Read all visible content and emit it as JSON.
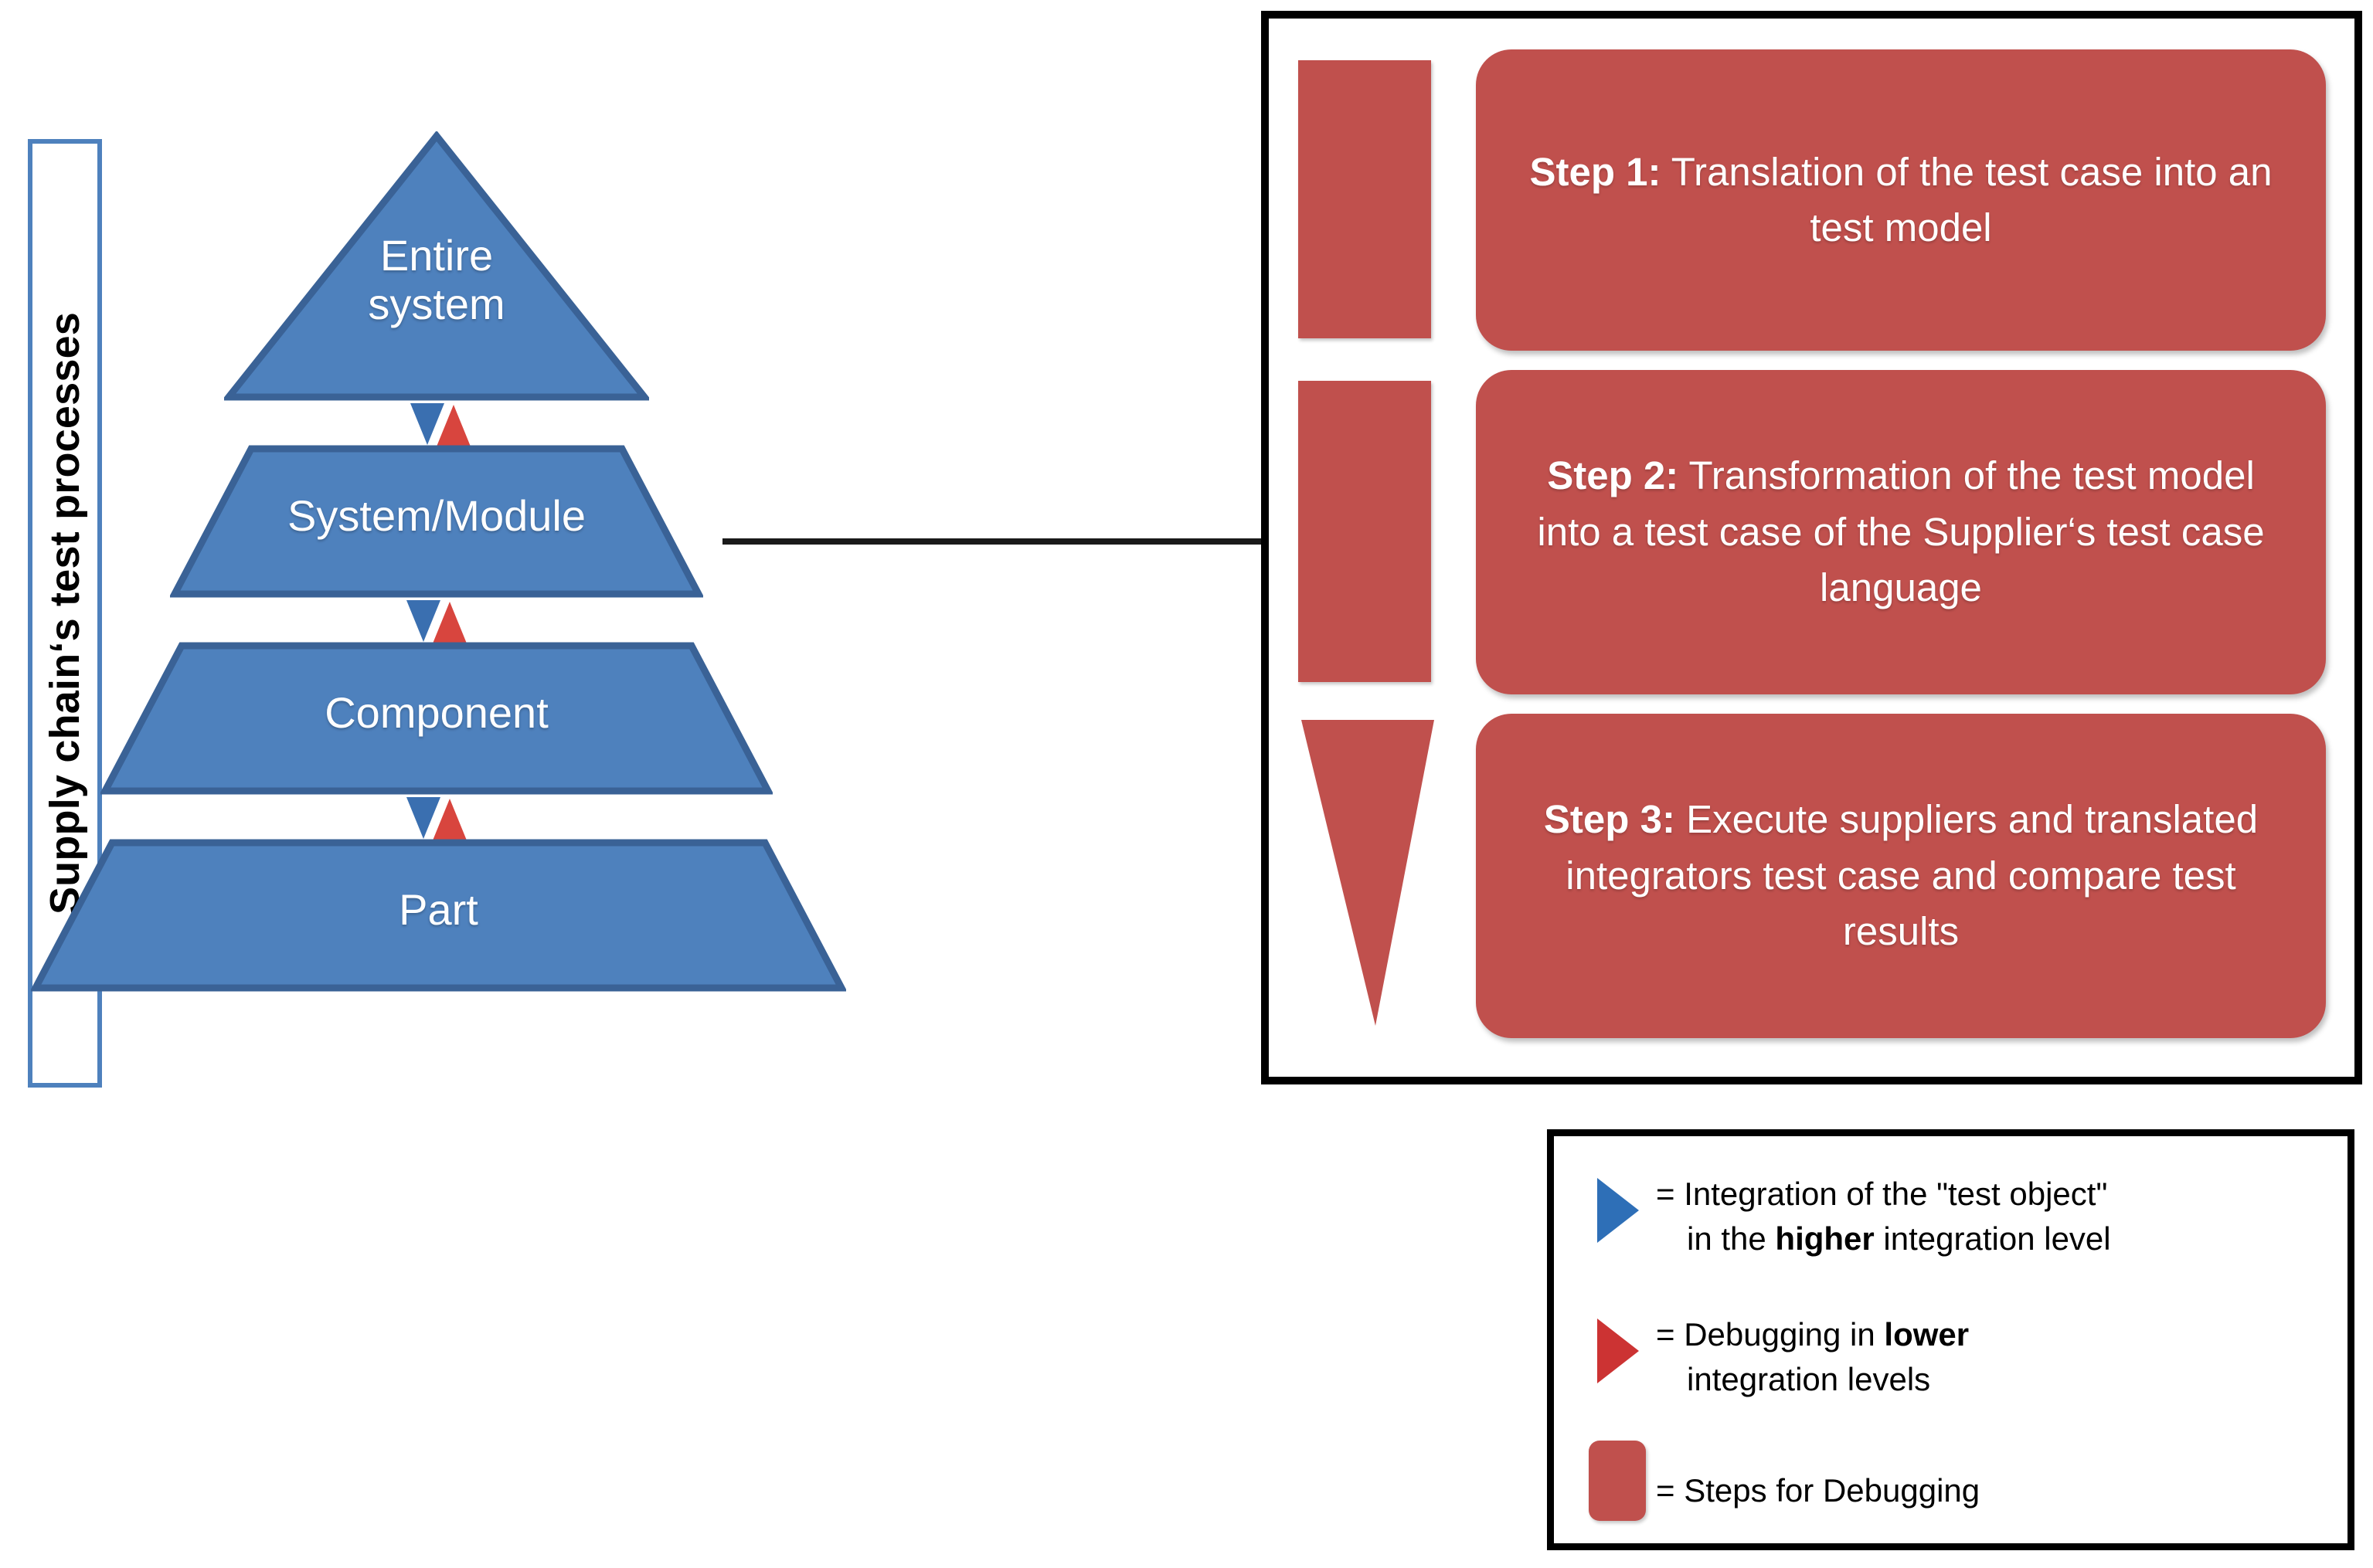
{
  "side_label": {
    "text": "Supply chain‘s test processes"
  },
  "colors": {
    "blue": "#4e81bd",
    "blue_dark": "#3a6296",
    "red": "#c0504d",
    "red_dark": "#a6413e",
    "frame": "#000000",
    "connector": "#1a1a1a",
    "text_on_shape": "#ffffff",
    "text_dark": "#000000"
  },
  "pyramid": {
    "tiers": [
      {
        "label": "Entire\nsystem",
        "label_line1": "Entire",
        "label_line2": "system",
        "shape": "triangle"
      },
      {
        "label": "System/Module",
        "shape": "trapezoid"
      },
      {
        "label": "Component",
        "shape": "trapezoid"
      },
      {
        "label": "Part",
        "shape": "trapezoid"
      }
    ],
    "markers": [
      {
        "blue": "down-triangle-icon",
        "red": "up-triangle-icon"
      },
      {
        "blue": "down-triangle-icon",
        "red": "up-triangle-icon"
      },
      {
        "blue": "down-triangle-icon",
        "red": "up-triangle-icon"
      }
    ]
  },
  "steps": [
    {
      "bar": "rectangle",
      "prefix": "Step 1:",
      "body": " Translation of the test case into an test model",
      "line1": "Step 1: Translation of the test case",
      "line2": "into an test model"
    },
    {
      "bar": "rectangle",
      "prefix": "Step 2:",
      "body": " Transformation of the test model into a test case of the Supplier‘s test case language",
      "line1": "Step 2: Transformation of the test",
      "line2": "model into a test case of the",
      "line3": "Supplier‘s test case language"
    },
    {
      "bar": "tapered-triangle",
      "prefix": "Step 3:",
      "body": " Execute suppliers and translated integrators test case and compare test results",
      "line1": "Step 3: Execute suppliers and",
      "line2": "translated integrators test case and",
      "line3": "compare test results"
    }
  ],
  "legend": {
    "items": [
      {
        "glyph": "blue-right-triangle-icon",
        "glyph_color": "#2e6fb7",
        "line1_pre": "= Integration of the \"test object\"",
        "line2_pre": "in the ",
        "line2_bold": "higher",
        "line2_post": " integration level",
        "full_text": "= Integration of the \"test object\" in the higher integration level"
      },
      {
        "glyph": "red-right-triangle-icon",
        "glyph_color": "#cc3333",
        "line1_pre": "= Debugging in ",
        "line1_bold": "lower",
        "line2_pre": "integration levels",
        "full_text": "= Debugging in lower integration levels"
      },
      {
        "glyph": "red-rounded-rect-icon",
        "glyph_color": "#c0504d",
        "line1_pre": "= Steps for Debugging",
        "full_text": "= Steps for Debugging"
      }
    ]
  }
}
